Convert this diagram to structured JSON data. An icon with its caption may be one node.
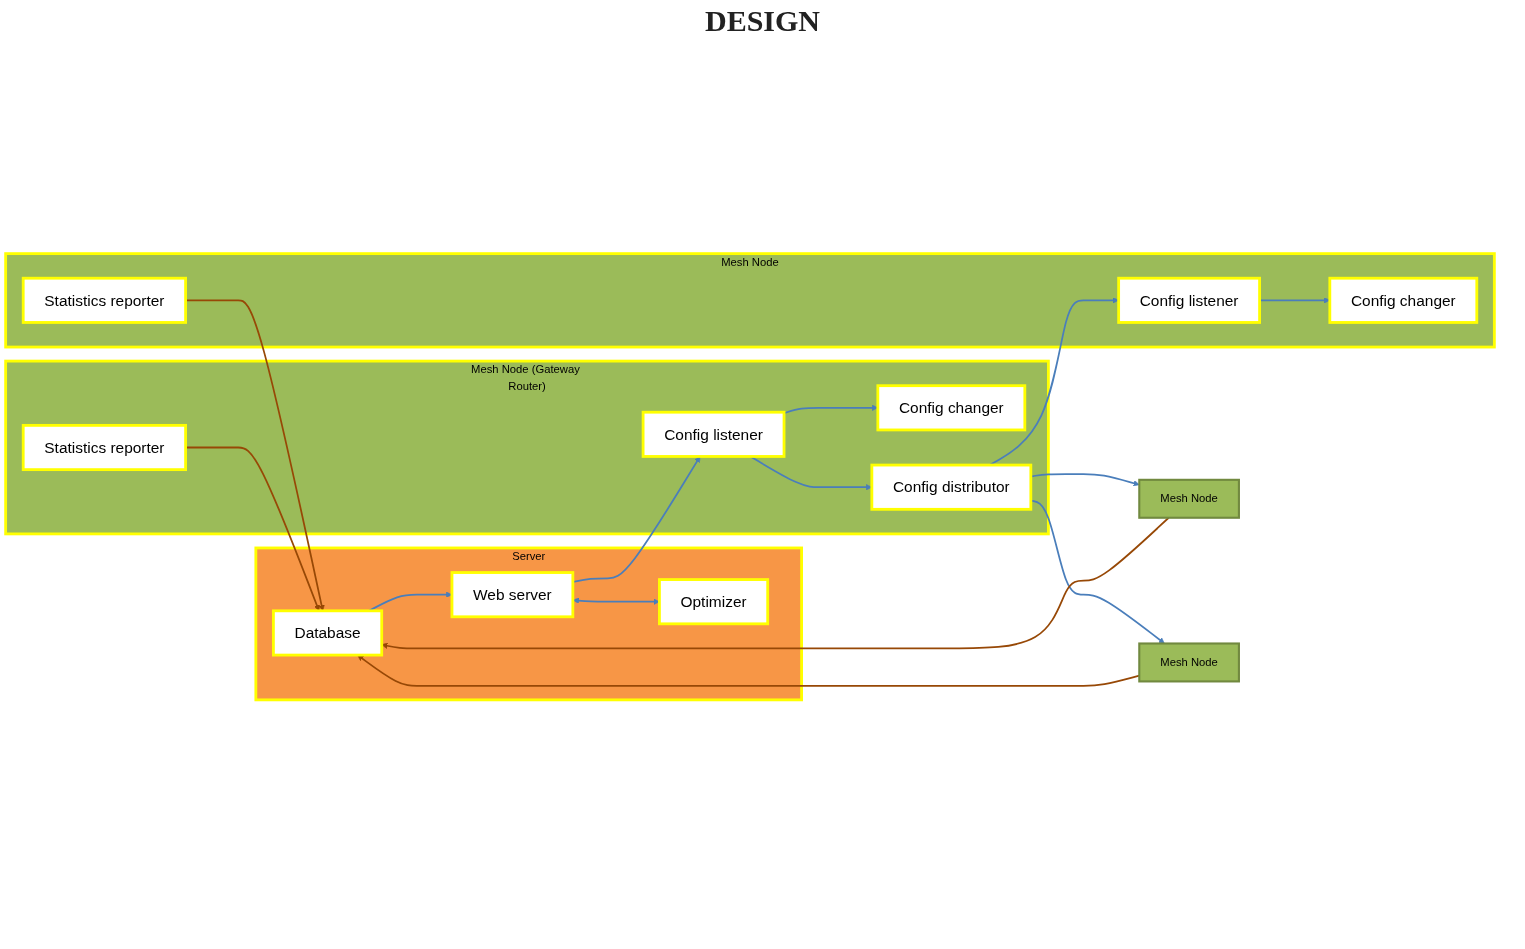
{
  "diagram": {
    "title": "DESIGN",
    "nodes": [
      {
        "text": [
          "Server"
        ]
      },
      {
        "text": [
          "Database"
        ],
        "in": 0
      },
      {
        "text": [
          "Web server"
        ],
        "in": 0
      },
      {
        "text": [
          "Optimizer"
        ],
        "in": 0
      },
      {
        "text": [
          "Mesh Node (Gateway Router)"
        ]
      },
      {
        "text": [
          "Statistics reporter"
        ],
        "in": 4
      },
      {
        "text": [
          "Config changer"
        ],
        "in": 4
      },
      {
        "text": [
          "Config listener"
        ],
        "in": 4
      },
      {
        "text": [
          "Config distributor"
        ],
        "in": 4
      },
      {
        "text": [
          "Mesh Node"
        ]
      },
      {
        "text": [
          "Statistics reporter"
        ],
        "in": 9
      },
      {
        "text": [
          "Config listener"
        ],
        "in": 9
      },
      {
        "text": [
          "Config changer"
        ],
        "in": 9
      },
      {
        "text": [
          "Mesh Node"
        ]
      },
      {
        "text": [
          "Mesh Node"
        ]
      }
    ],
    "edges": [
      {
        "from": 1,
        "to": 2,
        "arrow": "to"
      },
      {
        "from": 2,
        "to": 3,
        "arrow": "both"
      },
      {
        "from": 2,
        "to": 7,
        "arrow": "to"
      },
      {
        "from": 5,
        "to": 1,
        "arrow": "to",
        "color": "#974806"
      },
      {
        "from": 7,
        "to": 6,
        "arrow": "to"
      },
      {
        "from": 7,
        "to": 8,
        "arrow": "to"
      },
      {
        "from": 8,
        "to": 11,
        "arrow": "to"
      },
      {
        "from": 8,
        "to": 13,
        "arrow": "to"
      },
      {
        "from": 8,
        "to": 14,
        "arrow": "to"
      },
      {
        "from": 11,
        "to": 12,
        "arrow": "to"
      },
      {
        "from": 10,
        "to": 1,
        "arrow": "to",
        "color": "#974806"
      },
      {
        "from": 13,
        "to": 1,
        "arrow": "to",
        "color": "#974806"
      },
      {
        "from": 14,
        "to": 1,
        "arrow": "to",
        "color": "#974806"
      }
    ]
  }
}
